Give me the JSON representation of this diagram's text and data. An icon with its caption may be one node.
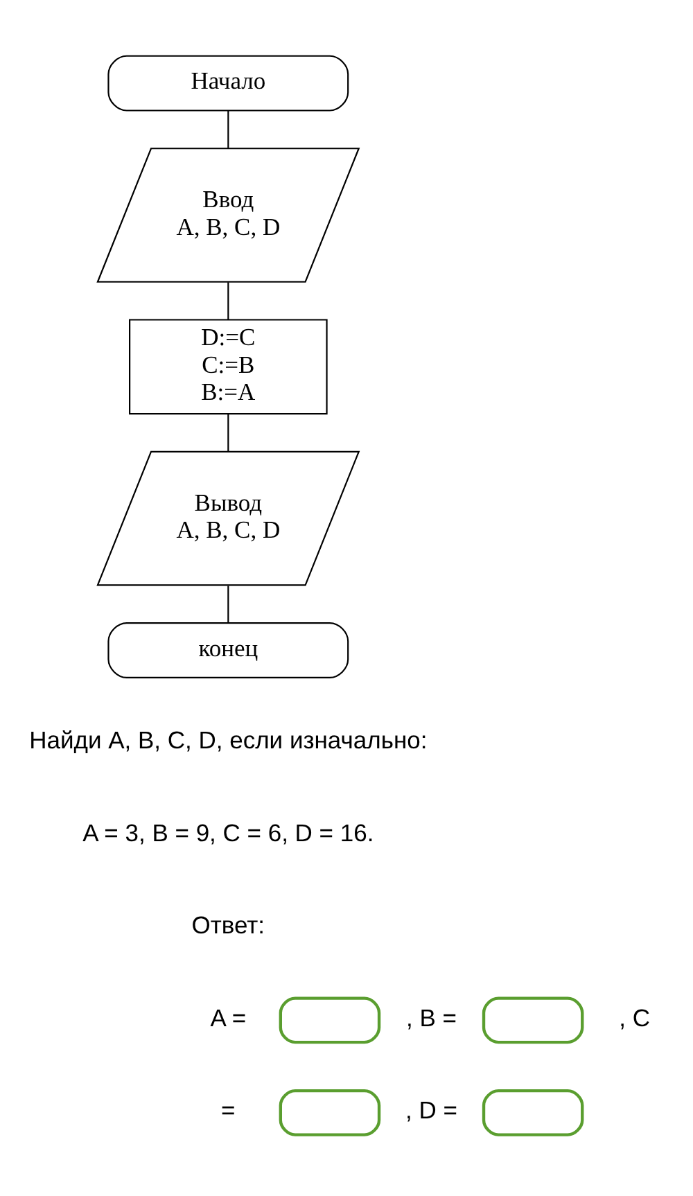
{
  "diagram": {
    "nodes": [
      {
        "text": [
          "Начало"
        ]
      },
      {
        "text": [
          "Ввод",
          "A, B, C, D"
        ]
      },
      {
        "text": [
          "D:=C",
          "C:=B",
          "B:=A"
        ]
      },
      {
        "text": [
          "Вывод",
          "A, B, C, D"
        ]
      },
      {
        "text": [
          "конец"
        ]
      },
      {
        "text": [],
        "shape": "box"
      },
      {
        "text": [],
        "shape": "box"
      },
      {
        "text": [],
        "shape": "box"
      },
      {
        "text": [],
        "shape": "box"
      }
    ],
    "edges": [
      {
        "from": 0,
        "to": 1,
        "arrow": "none"
      },
      {
        "from": 1,
        "to": 2,
        "arrow": "none"
      },
      {
        "from": 2,
        "to": 3,
        "arrow": "none"
      },
      {
        "from": 3,
        "to": 4,
        "arrow": "none"
      }
    ],
    "labels": [
      "Найди A, B, C, D, если изначально:",
      "A = 3, B = 9, C = 6, D = 16.",
      "Ответ:",
      "A =",
      ", B =",
      ", C",
      "=",
      ", D ="
    ]
  }
}
